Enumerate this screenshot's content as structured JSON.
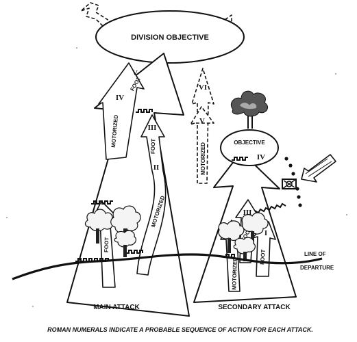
{
  "diagram": {
    "objectives": {
      "division": "DIVISION OBJECTIVE",
      "secondary": "OBJECTIVE"
    },
    "attacks": {
      "main": "MAIN ATTACK",
      "secondary": "SECONDARY ATTACK"
    },
    "line_of_departure": [
      "LINE OF",
      "DEPARTURE"
    ],
    "arrow_labels": {
      "foot": "FOOT",
      "motorized": "MOTORIZED"
    },
    "numerals": {
      "i": "I",
      "ii": "II",
      "iii": "III",
      "iv": "IV",
      "v": "V",
      "vi": "VI"
    },
    "caption": "ROMAN NUMERALS INDICATE A PROBABLE SEQUENCE OF ACTION FOR EACH ATTACK.",
    "icons": [
      "explosion-icon",
      "obstacle-wire-icon",
      "tree-icon",
      "enemy-position-icon",
      "attack-arrow-icon"
    ]
  }
}
